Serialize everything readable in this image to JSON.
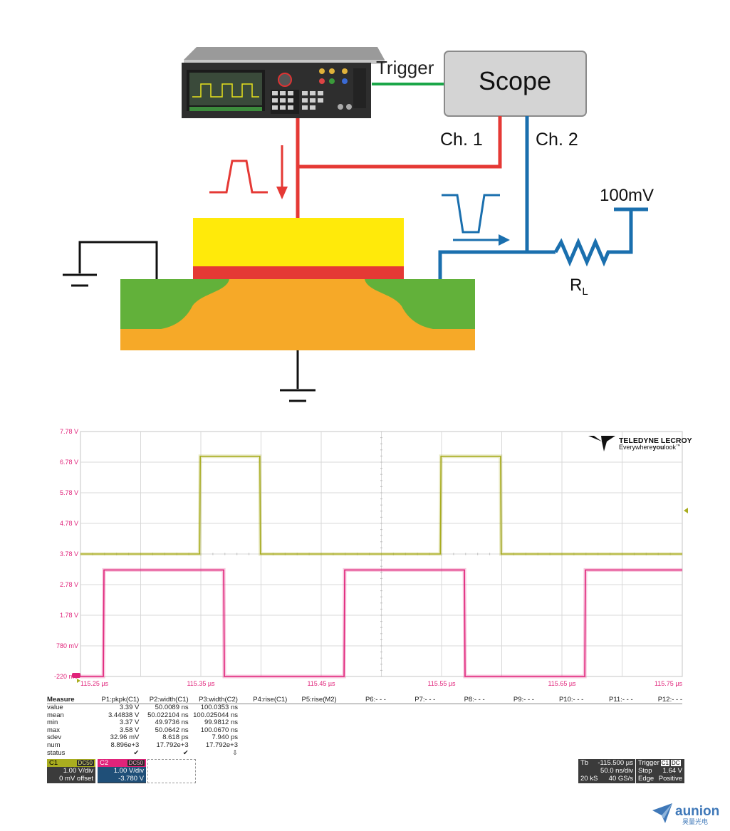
{
  "diagram": {
    "trigger_label": "Trigger",
    "scope_label": "Scope",
    "ch1_label": "Ch. 1",
    "ch2_label": "Ch. 2",
    "voltage_label": "100mV",
    "resistor_label": "R",
    "resistor_subscript": "L",
    "colors": {
      "ch1_red": "#e53935",
      "ch2_blue": "#1a6fae",
      "trigger_green": "#1aa648",
      "gate_yellow": "#ffea0a",
      "oxide_red": "#e53935",
      "substrate_orange": "#f6a928",
      "well_green": "#62b13a",
      "scope_gray": "#d4d4d4"
    }
  },
  "scope": {
    "brand_name": "TELEDYNE LECROY",
    "brand_tagline_a": "Everywhere",
    "brand_tagline_b": "you",
    "brand_tagline_c": "look",
    "brand_tagline_tm": "™",
    "y_labels": [
      "7.78 V",
      "6.78 V",
      "5.78 V",
      "4.78 V",
      "3.78 V",
      "2.78 V",
      "1.78 V",
      "780 mV",
      "-220 mV"
    ],
    "x_labels": [
      "115.25 µs",
      "115.35 µs",
      "115.45 µs",
      "115.55 µs",
      "115.65 µs",
      "115.75 µs"
    ],
    "colors": {
      "c1": "#a9ad1f",
      "c2": "#e0237a",
      "grid": "#d8d8d8"
    }
  },
  "chart_data": {
    "type": "line",
    "x_unit": "µs",
    "x_range": [
      115.25,
      115.75
    ],
    "y_range": [
      -0.22,
      7.78
    ],
    "y_ticks": [
      7.78,
      6.78,
      5.78,
      4.78,
      3.78,
      2.78,
      1.78,
      0.78,
      -0.22
    ],
    "x_ticks": [
      115.25,
      115.35,
      115.45,
      115.55,
      115.65,
      115.75
    ],
    "series": [
      {
        "name": "C1",
        "x": [
          115.25,
          115.349,
          115.3495,
          115.399,
          115.3995,
          115.549,
          115.5495,
          115.599,
          115.5995,
          115.75
        ],
        "y": [
          3.78,
          3.78,
          6.97,
          6.97,
          3.78,
          3.78,
          6.97,
          6.97,
          3.78,
          3.78
        ]
      },
      {
        "name": "C2",
        "x": [
          115.25,
          115.269,
          115.2695,
          115.369,
          115.3695,
          115.469,
          115.4695,
          115.569,
          115.5695,
          115.669,
          115.6695,
          115.75
        ],
        "y": [
          -0.22,
          -0.22,
          3.26,
          3.26,
          -0.22,
          -0.22,
          3.26,
          3.26,
          -0.22,
          -0.22,
          3.26,
          3.26
        ]
      }
    ]
  },
  "measure": {
    "title": "Measure",
    "params": [
      "P1:pkpk(C1)",
      "P2:width(C1)",
      "P3:width(C2)",
      "P4:rise(C1)",
      "P5:rise(M2)",
      "P6:- - -",
      "P7:- - -",
      "P8:- - -",
      "P9:- - -",
      "P10:- - -",
      "P11:- - -",
      "P12:- - -"
    ],
    "rows": [
      {
        "label": "value",
        "v": [
          "3.39 V",
          "50.0089 ns",
          "100.0353 ns"
        ]
      },
      {
        "label": "mean",
        "v": [
          "3.44838 V",
          "50.022104 ns",
          "100.025044 ns"
        ]
      },
      {
        "label": "min",
        "v": [
          "3.37 V",
          "49.9736 ns",
          "99.9812 ns"
        ]
      },
      {
        "label": "max",
        "v": [
          "3.58 V",
          "50.0642 ns",
          "100.0670 ns"
        ]
      },
      {
        "label": "sdev",
        "v": [
          "32.96 mV",
          "8.618 ps",
          "7.940 ps"
        ]
      },
      {
        "label": "num",
        "v": [
          "8.896e+3",
          "17.792e+3",
          "17.792e+3"
        ]
      },
      {
        "label": "status",
        "v": [
          "✔",
          "✔",
          "⇩"
        ]
      }
    ]
  },
  "channels": {
    "c1": {
      "name": "C1",
      "coupling": "DC50",
      "vdiv": "1.00 V/div",
      "offset": "0 mV offset"
    },
    "c2": {
      "name": "C2",
      "coupling": "DC50",
      "vdiv": "1.00 V/div",
      "offset": "-3.780 V"
    }
  },
  "timebase": {
    "tb_label": "Tb",
    "delay": "-115.500 µs",
    "tdiv": "50.0 ns/div",
    "samples": "20 kS",
    "rate": "40 GS/s"
  },
  "trigger": {
    "label": "Trigger",
    "ch": "C1",
    "coupling": "DC",
    "mode": "Stop",
    "level": "1.64 V",
    "type": "Edge",
    "slope": "Positive"
  },
  "watermark": {
    "brand": "aunion",
    "sub": "昊量光电"
  }
}
